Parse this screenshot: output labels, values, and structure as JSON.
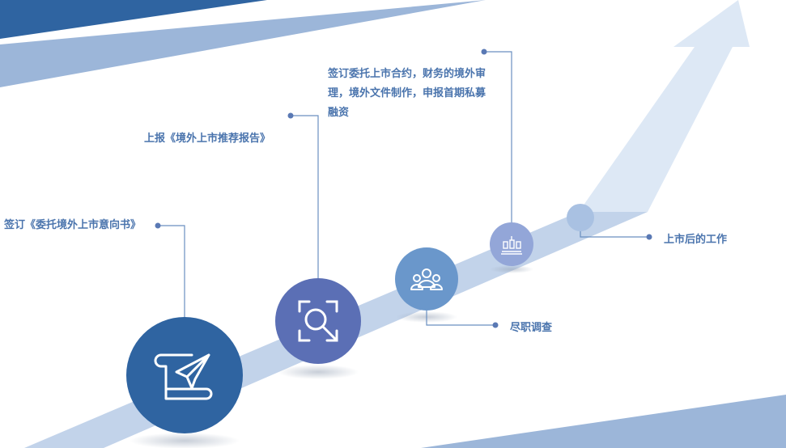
{
  "colors": {
    "dark_blue": "#2f64a1",
    "mid_blue": "#5b6fb5",
    "light_blue": "#6a97cb",
    "pale_blue": "#93a6d8",
    "band_light": "#c2d3ea",
    "arrow_faint": "#dde8f5",
    "text_blue": "#4a74ad"
  },
  "steps": [
    {
      "label": "签订《委托境外上市意向书》",
      "icon": "scroll-paper-plane-icon"
    },
    {
      "label": "上报《境外上市推荐报告》",
      "icon": "scan-search-icon"
    },
    {
      "label": "尽职调查",
      "icon": "team-people-icon"
    },
    {
      "label": "签订委托上市合约，财务的境外审理，境外文件制作，申报首期私募融资",
      "icon": "signing-desk-icon"
    },
    {
      "label": "上市后的工作",
      "icon": ""
    }
  ]
}
